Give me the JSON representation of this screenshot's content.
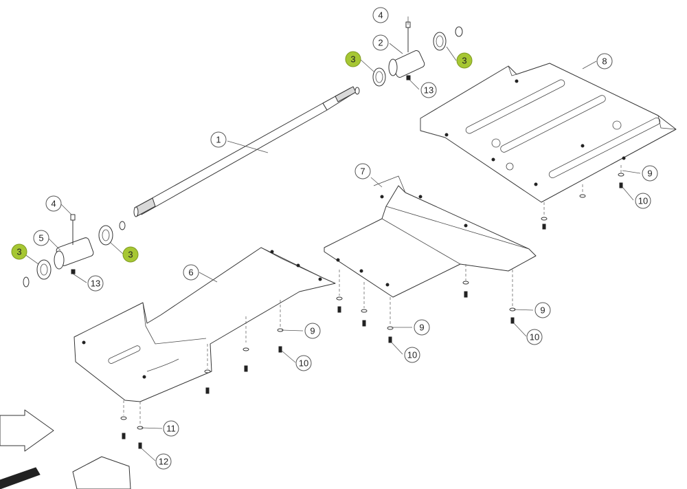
{
  "callouts": [
    {
      "id": "c1",
      "label": "1"
    },
    {
      "id": "c2",
      "label": "2"
    },
    {
      "id": "c3a",
      "label": "3"
    },
    {
      "id": "c3b",
      "label": "3"
    },
    {
      "id": "c3c",
      "label": "3"
    },
    {
      "id": "c3d",
      "label": "3"
    },
    {
      "id": "c4a",
      "label": "4"
    },
    {
      "id": "c4b",
      "label": "4"
    },
    {
      "id": "c5",
      "label": "5"
    },
    {
      "id": "c6",
      "label": "6"
    },
    {
      "id": "c7",
      "label": "7"
    },
    {
      "id": "c8",
      "label": "8"
    },
    {
      "id": "c9a",
      "label": "9"
    },
    {
      "id": "c9b",
      "label": "9"
    },
    {
      "id": "c9c",
      "label": "9"
    },
    {
      "id": "c9d",
      "label": "9"
    },
    {
      "id": "c10a",
      "label": "10"
    },
    {
      "id": "c10b",
      "label": "10"
    },
    {
      "id": "c10c",
      "label": "10"
    },
    {
      "id": "c10d",
      "label": "10"
    },
    {
      "id": "c11",
      "label": "11"
    },
    {
      "id": "c12",
      "label": "12"
    },
    {
      "id": "c13a",
      "label": "13"
    },
    {
      "id": "c13b",
      "label": "13"
    }
  ],
  "highlight_color": "#a6c733"
}
